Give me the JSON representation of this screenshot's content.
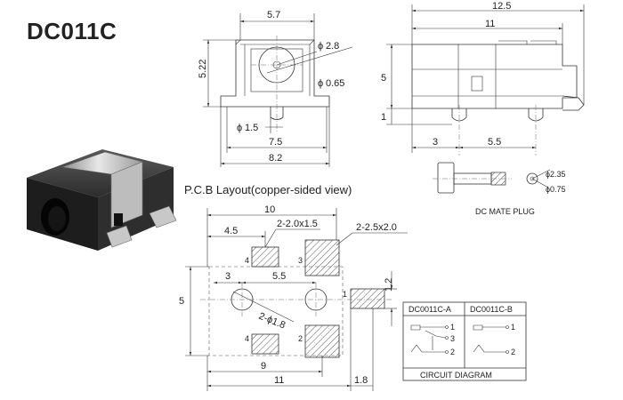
{
  "part_number": "DC011C",
  "front_view": {
    "width": "5.7",
    "height": "5.22",
    "hole_dia": "2.8",
    "pin_dia": "0.65",
    "pin_lead": "1.5",
    "inner_width": "7.5",
    "total_width": "8.2"
  },
  "side_view": {
    "total_length": "12.5",
    "body_length": "11",
    "height": "5",
    "standoff": "1",
    "pin_spacing_1": "3",
    "pin_spacing_2": "5.5"
  },
  "pcb_layout": {
    "title": "P.C.B Layout(copper-sided view)",
    "total_length": "10",
    "offset": "4.5",
    "pad_small_label": "2-2.0x1.5",
    "pad_large_label": "2-2.5x2.0",
    "height": "5",
    "hole_spacing_1": "3",
    "hole_spacing_2": "5.5",
    "hole_label": "2-ϕ1.8",
    "pad1_height": "1.2",
    "bottom_1": "9",
    "bottom_2": "11",
    "bottom_3": "1.8",
    "pad_numbers": [
      "4",
      "3",
      "1",
      "4",
      "2"
    ]
  },
  "mate_plug": {
    "label": "DC MATE PLUG",
    "dia_outer": "ϕ2.35",
    "dia_inner": "ϕ0.75"
  },
  "circuit": {
    "title": "CIRCUIT DIAGRAM",
    "col_a": "DC0011C-A",
    "col_b": "DC0011C-B",
    "a_pins": [
      "1",
      "3",
      "2"
    ],
    "b_pins": [
      "1",
      "2"
    ]
  },
  "symbols": {
    "phi": "ϕ"
  }
}
